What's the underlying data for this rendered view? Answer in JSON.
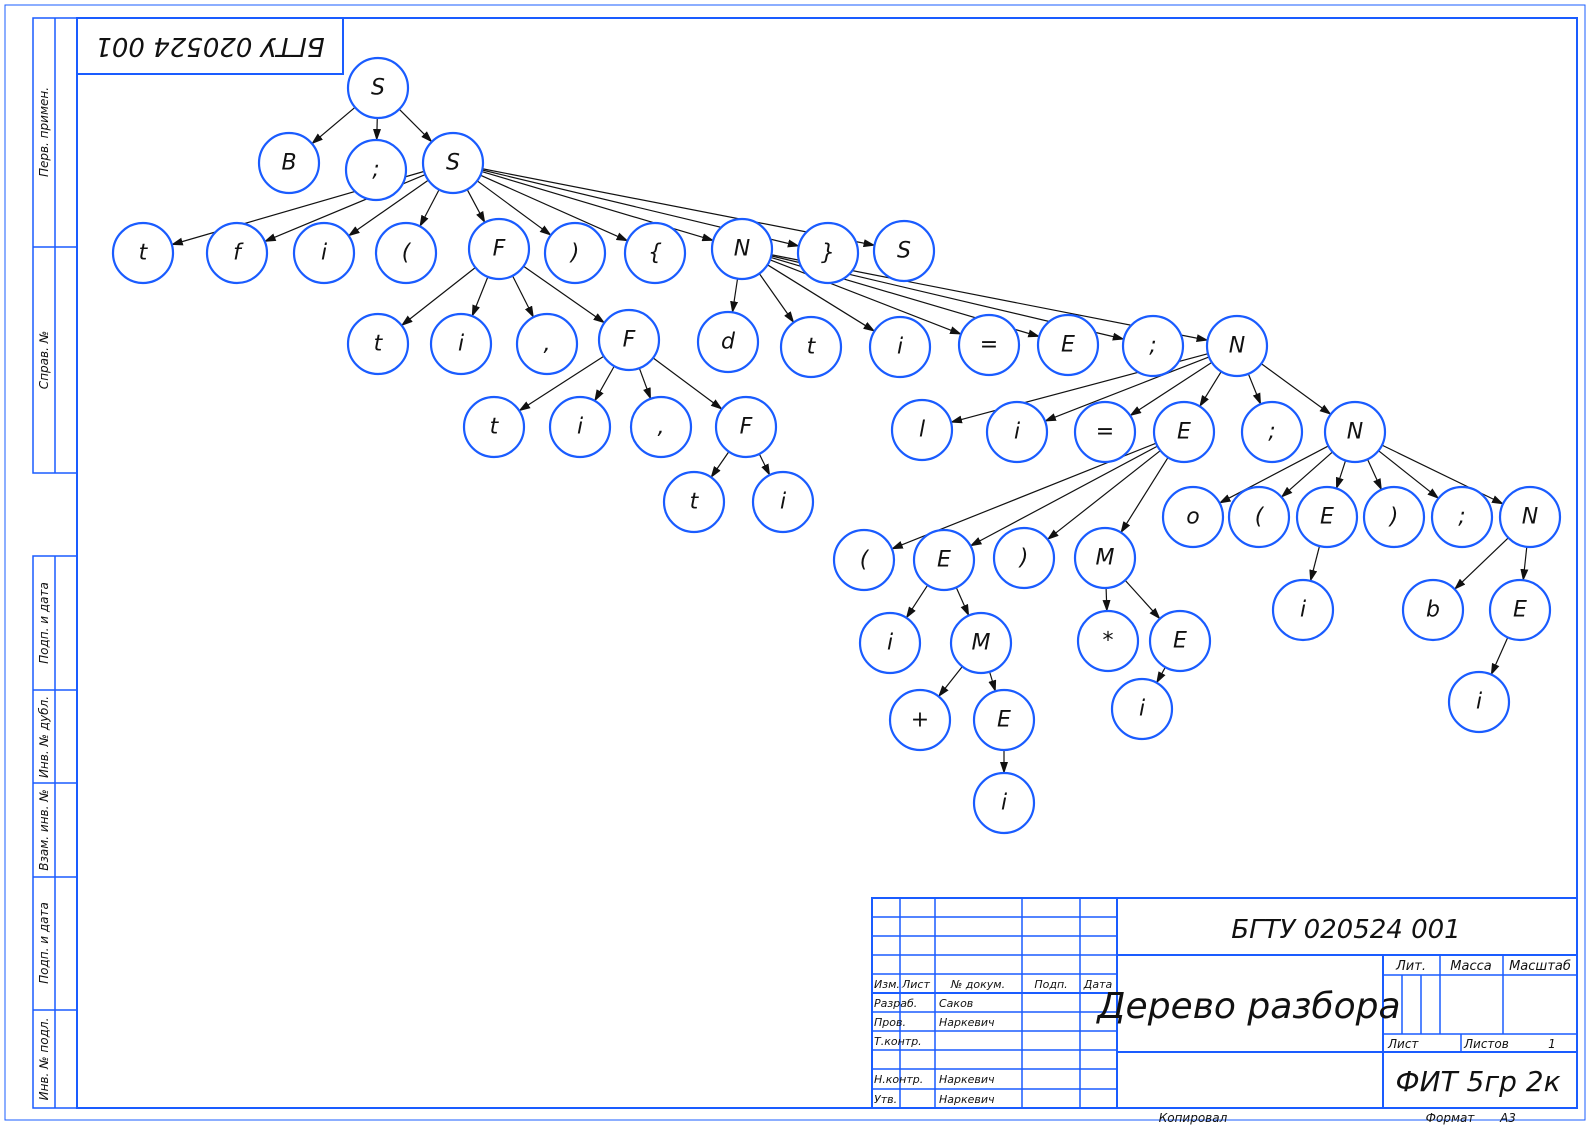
{
  "colors": {
    "frame": "#1a5cff",
    "text": "#111111",
    "edge": "#111111",
    "background": "#ffffff"
  },
  "top_stamp": "БГТУ 020524 001",
  "side_labels": [
    "Перв. примен.",
    "Справ. №",
    "Подп. и дата",
    "Инв. № дубл.",
    "Взам. инв. №",
    "Подп. и дата",
    "Инв. № подл."
  ],
  "tree": {
    "nodes": [
      {
        "id": "s0",
        "label": "S"
      },
      {
        "id": "b1",
        "label": "B"
      },
      {
        "id": "semi1",
        "label": ";"
      },
      {
        "id": "s1",
        "label": "S"
      },
      {
        "id": "t1",
        "label": "t"
      },
      {
        "id": "f1",
        "label": "f"
      },
      {
        "id": "i1",
        "label": "i"
      },
      {
        "id": "lp1",
        "label": "("
      },
      {
        "id": "F1",
        "label": "F"
      },
      {
        "id": "rp1",
        "label": ")"
      },
      {
        "id": "lb1",
        "label": "{"
      },
      {
        "id": "N1",
        "label": "N"
      },
      {
        "id": "rb1",
        "label": "}"
      },
      {
        "id": "s2",
        "label": "S"
      },
      {
        "id": "t2",
        "label": "t"
      },
      {
        "id": "i2",
        "label": "i"
      },
      {
        "id": "c1",
        "label": ","
      },
      {
        "id": "F2",
        "label": "F"
      },
      {
        "id": "t3",
        "label": "t"
      },
      {
        "id": "i3",
        "label": "i"
      },
      {
        "id": "c2",
        "label": ","
      },
      {
        "id": "F3",
        "label": "F"
      },
      {
        "id": "t4",
        "label": "t"
      },
      {
        "id": "i4",
        "label": "i"
      },
      {
        "id": "d1",
        "label": "d"
      },
      {
        "id": "t5",
        "label": "t"
      },
      {
        "id": "i5",
        "label": "i"
      },
      {
        "id": "eq1",
        "label": "="
      },
      {
        "id": "E1",
        "label": "E"
      },
      {
        "id": "semi2",
        "label": ";"
      },
      {
        "id": "N2",
        "label": "N"
      },
      {
        "id": "l1",
        "label": "l"
      },
      {
        "id": "i6",
        "label": "i"
      },
      {
        "id": "eq2",
        "label": "="
      },
      {
        "id": "E2",
        "label": "E"
      },
      {
        "id": "semi3",
        "label": ";"
      },
      {
        "id": "N3",
        "label": "N"
      },
      {
        "id": "lp2",
        "label": "("
      },
      {
        "id": "E3",
        "label": "E"
      },
      {
        "id": "rp2",
        "label": ")"
      },
      {
        "id": "M1",
        "label": "M"
      },
      {
        "id": "o1",
        "label": "o"
      },
      {
        "id": "lp3",
        "label": "("
      },
      {
        "id": "E4",
        "label": "E"
      },
      {
        "id": "rp3",
        "label": ")"
      },
      {
        "id": "semi4",
        "label": ";"
      },
      {
        "id": "N4",
        "label": "N"
      },
      {
        "id": "i7",
        "label": "i"
      },
      {
        "id": "M2",
        "label": "M"
      },
      {
        "id": "star1",
        "label": "*"
      },
      {
        "id": "E5",
        "label": "E"
      },
      {
        "id": "i8",
        "label": "i"
      },
      {
        "id": "b2",
        "label": "b"
      },
      {
        "id": "E6",
        "label": "E"
      },
      {
        "id": "plus1",
        "label": "+"
      },
      {
        "id": "E7",
        "label": "E"
      },
      {
        "id": "i9",
        "label": "i"
      },
      {
        "id": "i10",
        "label": "i"
      },
      {
        "id": "i11",
        "label": "i"
      },
      {
        "id": "i12",
        "label": "i"
      }
    ],
    "edges": [
      [
        "s0",
        "b1"
      ],
      [
        "s0",
        "semi1"
      ],
      [
        "s0",
        "s1"
      ],
      [
        "s1",
        "t1"
      ],
      [
        "s1",
        "f1"
      ],
      [
        "s1",
        "i1"
      ],
      [
        "s1",
        "lp1"
      ],
      [
        "s1",
        "F1"
      ],
      [
        "s1",
        "rp1"
      ],
      [
        "s1",
        "lb1"
      ],
      [
        "s1",
        "N1"
      ],
      [
        "s1",
        "rb1"
      ],
      [
        "s1",
        "s2"
      ],
      [
        "F1",
        "t2"
      ],
      [
        "F1",
        "i2"
      ],
      [
        "F1",
        "c1"
      ],
      [
        "F1",
        "F2"
      ],
      [
        "F2",
        "t3"
      ],
      [
        "F2",
        "i3"
      ],
      [
        "F2",
        "c2"
      ],
      [
        "F2",
        "F3"
      ],
      [
        "F3",
        "t4"
      ],
      [
        "F3",
        "i4"
      ],
      [
        "N1",
        "d1"
      ],
      [
        "N1",
        "t5"
      ],
      [
        "N1",
        "i5"
      ],
      [
        "N1",
        "eq1"
      ],
      [
        "N1",
        "E1"
      ],
      [
        "N1",
        "semi2"
      ],
      [
        "N1",
        "N2"
      ],
      [
        "N2",
        "l1"
      ],
      [
        "N2",
        "i6"
      ],
      [
        "N2",
        "eq2"
      ],
      [
        "N2",
        "E2"
      ],
      [
        "N2",
        "semi3"
      ],
      [
        "N2",
        "N3"
      ],
      [
        "E2",
        "lp2"
      ],
      [
        "E2",
        "E3"
      ],
      [
        "E2",
        "rp2"
      ],
      [
        "E2",
        "M1"
      ],
      [
        "N3",
        "o1"
      ],
      [
        "N3",
        "lp3"
      ],
      [
        "N3",
        "E4"
      ],
      [
        "N3",
        "rp3"
      ],
      [
        "N3",
        "semi4"
      ],
      [
        "N3",
        "N4"
      ],
      [
        "E3",
        "i7"
      ],
      [
        "E3",
        "M2"
      ],
      [
        "M1",
        "star1"
      ],
      [
        "M1",
        "E5"
      ],
      [
        "E4",
        "i10"
      ],
      [
        "N4",
        "b2"
      ],
      [
        "N4",
        "E6"
      ],
      [
        "M2",
        "plus1"
      ],
      [
        "M2",
        "E7"
      ],
      [
        "E7",
        "i9"
      ],
      [
        "E5",
        "i8"
      ],
      [
        "E6",
        "i11"
      ]
    ]
  },
  "title_block": {
    "doc_code": "БГТУ 020524 001",
    "doc_title": "Дерево разбора",
    "org": "ФИТ 5гр 2к",
    "col_headers": [
      "Изм.",
      "Лист",
      "№ докум.",
      "Подп.",
      "Дата"
    ],
    "roles": [
      {
        "role": "Разраб.",
        "name": "Саков"
      },
      {
        "role": "Пров.",
        "name": "Наркевич"
      },
      {
        "role": "Т.контр.",
        "name": ""
      },
      {
        "role": "",
        "name": ""
      },
      {
        "role": "Н.контр.",
        "name": "Наркевич"
      },
      {
        "role": "Утв.",
        "name": "Наркевич"
      }
    ],
    "lit_label": "Лит.",
    "mass_label": "Масса",
    "scale_label": "Масштаб",
    "sheet_label": "Лист",
    "sheets_label": "Листов",
    "sheets_value": "1",
    "copied_label": "Копировал",
    "format_label": "Формат",
    "format_value": "A3"
  }
}
